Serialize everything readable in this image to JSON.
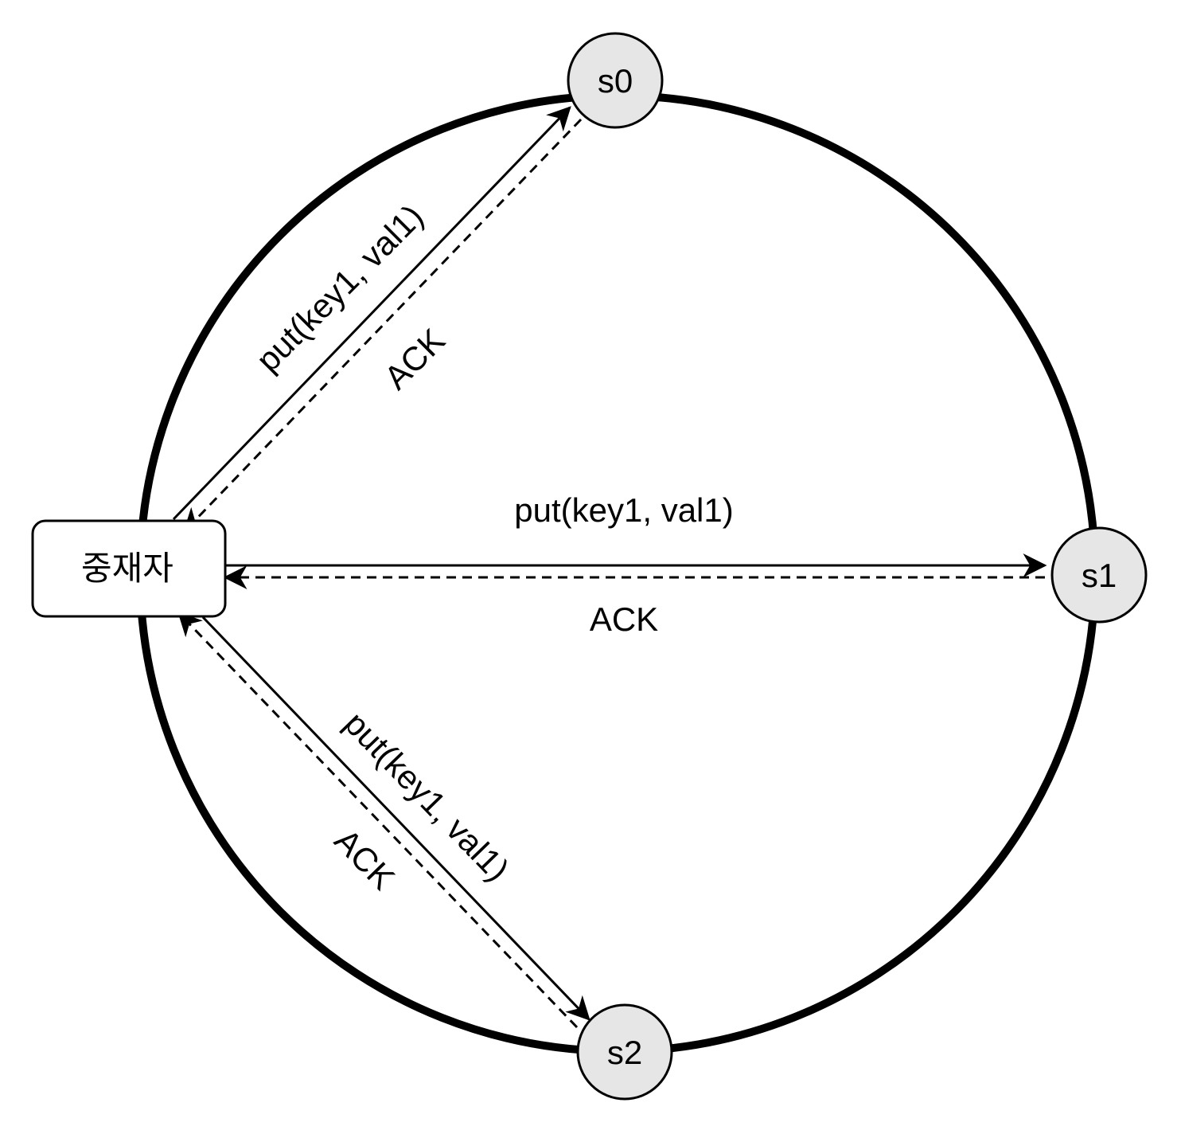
{
  "coordinator": {
    "label": "중재자"
  },
  "servers": [
    {
      "id": "s0",
      "label": "s0"
    },
    {
      "id": "s1",
      "label": "s1"
    },
    {
      "id": "s2",
      "label": "s2"
    }
  ],
  "messages": {
    "to_s0": {
      "request": "put(key1, val1)",
      "response": "ACK"
    },
    "to_s1": {
      "request": "put(key1, val1)",
      "response": "ACK"
    },
    "to_s2": {
      "request": "put(key1, val1)",
      "response": "ACK"
    }
  },
  "colors": {
    "ring": "#000000",
    "node_fill": "#e6e6e6",
    "node_stroke": "#000000",
    "coordinator_fill": "#ffffff"
  }
}
